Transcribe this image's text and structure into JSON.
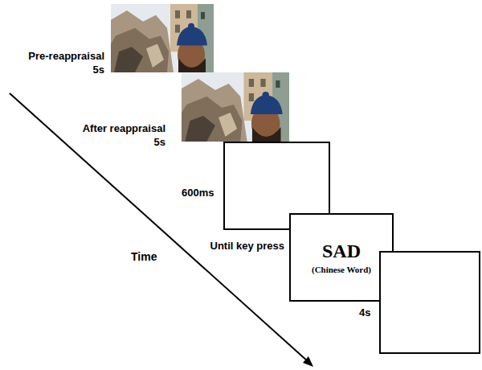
{
  "diagram": {
    "nodes": [
      {
        "text": [
          "SAD",
          "(Chinese Word)"
        ]
      }
    ],
    "labels": [
      "Pre-reappraisal 5s",
      "After reappraisal 5s",
      "600ms",
      "Until key press",
      "Time",
      "4s"
    ]
  }
}
